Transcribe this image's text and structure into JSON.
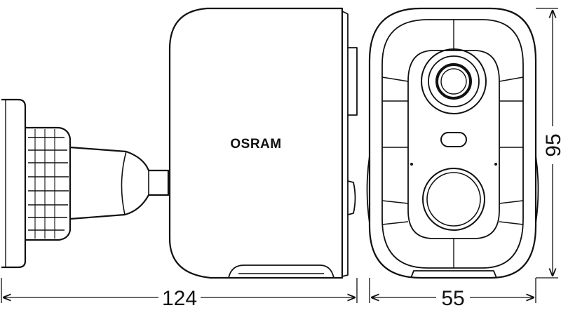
{
  "brand": {
    "logo_text": "OSRAM"
  },
  "dimensions": {
    "width_side": "124",
    "width_front": "55",
    "height": "95"
  }
}
